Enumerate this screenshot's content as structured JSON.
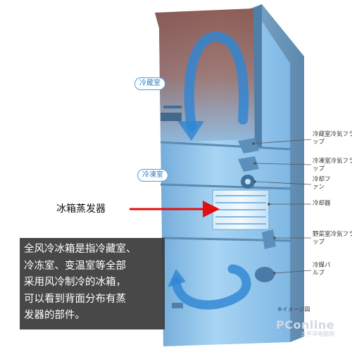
{
  "zones": {
    "fridge": "冷蔵室",
    "freezer": "冷凍室"
  },
  "callouts": [
    {
      "label": "冷蔵室冷気フラップ"
    },
    {
      "label": "冷凍室冷気フラップ"
    },
    {
      "label": "冷却ファン"
    },
    {
      "label": "冷却器"
    },
    {
      "label": "野菜室冷気フラップ"
    },
    {
      "label": "冷媒バルブ"
    }
  ],
  "evaporator_label": "冰箱蒸发器",
  "caption_lines": [
    "全风冷冰箱是指冷藏室、",
    "冷冻室、变温室等全部",
    "采用风冷制冷的冰箱，",
    "可以看到背面分布有蒸",
    "发器的部件。"
  ],
  "note": "※イメージ図",
  "watermark": {
    "brand": "PConline",
    "sub": "太平洋电脑网"
  },
  "colors": {
    "cabinet_front": "#8fc4ec",
    "airflow_arrow": "#2f86d4",
    "pointer_arrow": "#e01010",
    "caption_bg": "#3a3a3a"
  }
}
